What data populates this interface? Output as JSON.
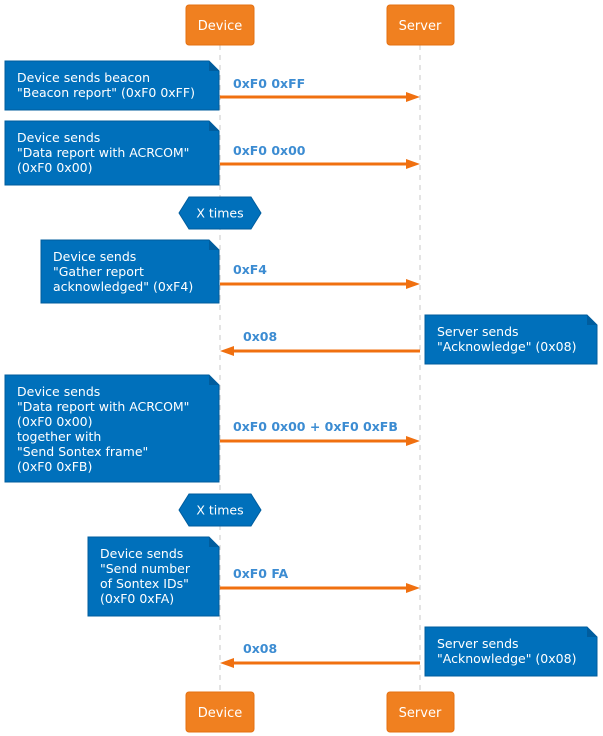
{
  "participants": {
    "device": "Device",
    "server": "Server"
  },
  "steps": [
    {
      "kind": "message",
      "dir": "right",
      "label": "0xF0 0xFF",
      "note": {
        "side": "left",
        "lines": [
          "Device sends beacon",
          "\"Beacon report\" (0xF0 0xFF)"
        ]
      }
    },
    {
      "kind": "message",
      "dir": "right",
      "label": "0xF0 0x00",
      "note": {
        "side": "left",
        "lines": [
          "Device sends",
          "\"Data report with ACRCOM\"",
          "(0xF0 0x00)"
        ]
      }
    },
    {
      "kind": "loop",
      "label": "X times"
    },
    {
      "kind": "message",
      "dir": "right",
      "label": "0xF4",
      "note": {
        "side": "left",
        "lines": [
          "Device sends",
          "\"Gather report",
          "acknowledged\" (0xF4)"
        ]
      }
    },
    {
      "kind": "message",
      "dir": "left",
      "label": "0x08",
      "note": {
        "side": "right",
        "lines": [
          "Server sends",
          "\"Acknowledge\" (0x08)"
        ]
      }
    },
    {
      "kind": "message",
      "dir": "right",
      "label": "0xF0 0x00 + 0xF0 0xFB",
      "note": {
        "side": "left",
        "lines": [
          "Device sends",
          "\"Data report with ACRCOM\"",
          "(0xF0 0x00)",
          "together with",
          "\"Send Sontex frame\"",
          "(0xF0 0xFB)"
        ]
      }
    },
    {
      "kind": "loop",
      "label": "X times"
    },
    {
      "kind": "message",
      "dir": "right",
      "label": "0xF0 FA",
      "note": {
        "side": "left",
        "lines": [
          "Device sends",
          "\"Send number",
          "of Sontex IDs\"",
          "(0xF0 0xFA)"
        ]
      }
    },
    {
      "kind": "message",
      "dir": "left",
      "label": "0x08",
      "note": {
        "side": "right",
        "lines": [
          "Server sends",
          "\"Acknowledge\" (0x08)"
        ]
      }
    }
  ]
}
